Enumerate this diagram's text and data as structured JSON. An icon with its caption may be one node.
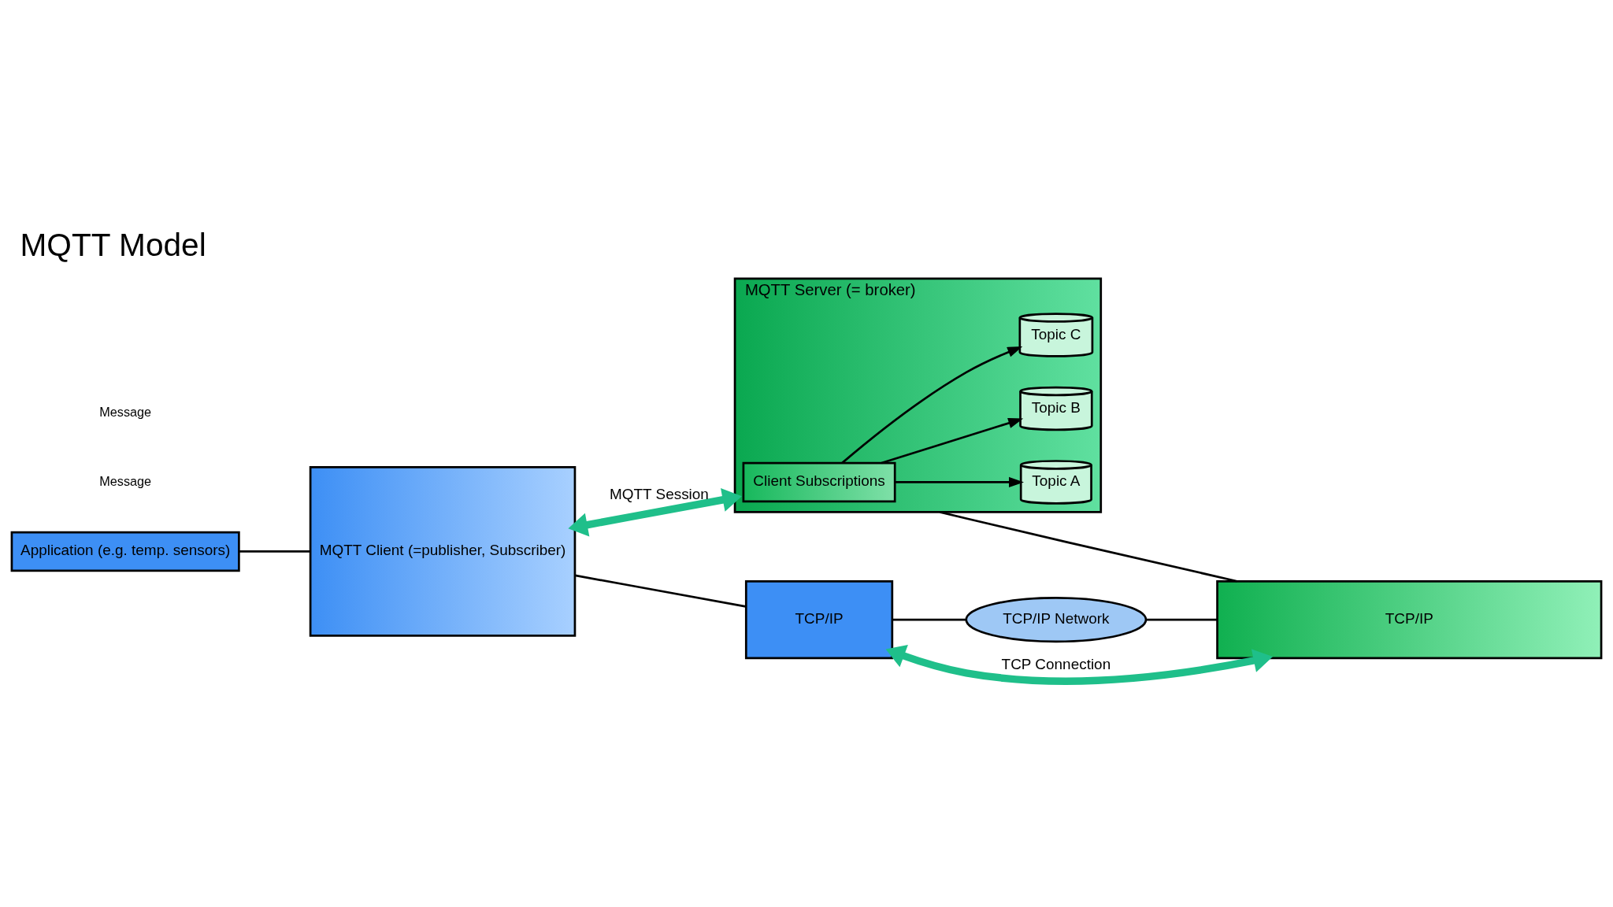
{
  "diagram": {
    "title": "MQTT Model",
    "nodes": [
      {
        "text": [
          "Application (e.g. temp. sensors)"
        ]
      },
      {
        "text": [
          "MQTT Client (=publisher, Subscriber)"
        ]
      },
      {
        "text": [
          "TCP/IP"
        ]
      },
      {
        "text": [
          "MQTT Server (= broker)"
        ]
      },
      {
        "text": [
          "Client Subscriptions"
        ],
        "in": 3
      },
      {
        "text": [
          "Topic A"
        ],
        "in": 3
      },
      {
        "text": [
          "Topic B"
        ],
        "in": 3
      },
      {
        "text": [
          "Topic C"
        ],
        "in": 3
      },
      {
        "text": [
          "TCP/IP"
        ]
      },
      {
        "text": [
          "TCP/IP Network"
        ]
      }
    ],
    "edges": [
      {
        "from": 0,
        "to": 1,
        "arrow": "none"
      },
      {
        "from": 1,
        "to": 2,
        "arrow": "none"
      },
      {
        "from": 1,
        "to": 3,
        "arrow": "both",
        "label": "MQTT Session",
        "style": "thick",
        "color": "#1fbf8a"
      },
      {
        "from": 4,
        "to": 5,
        "arrow": "to"
      },
      {
        "from": 4,
        "to": 6,
        "arrow": "to"
      },
      {
        "from": 4,
        "to": 7,
        "arrow": "to"
      },
      {
        "from": 3,
        "to": 8,
        "arrow": "none"
      },
      {
        "from": 2,
        "to": 8,
        "arrow": "both",
        "label": "TCP Connection",
        "style": "thick",
        "color": "#1fbf8a"
      },
      {
        "from": 2,
        "to": 9,
        "arrow": "none"
      },
      {
        "from": 9,
        "to": 8,
        "arrow": "none"
      }
    ],
    "labels": [
      "Message",
      "Message"
    ]
  }
}
